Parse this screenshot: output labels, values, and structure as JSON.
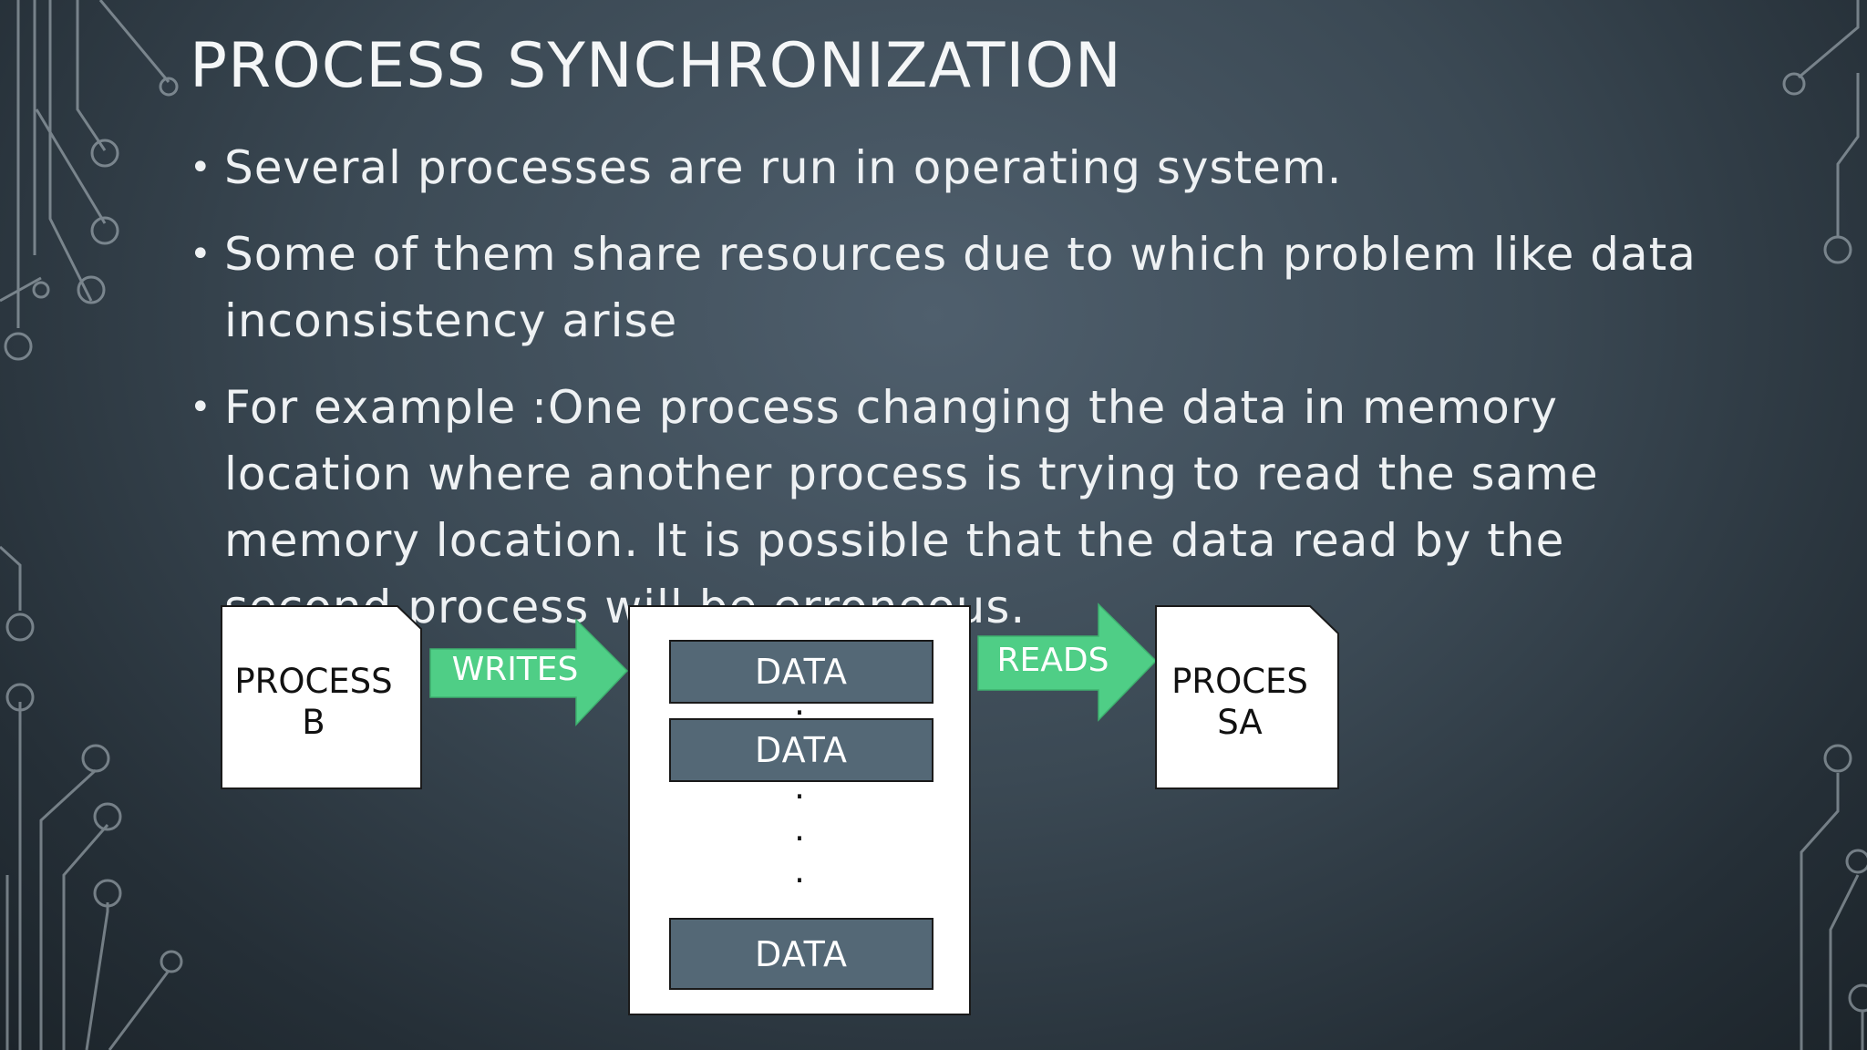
{
  "slide": {
    "title": "PROCESS SYNCHRONIZATION",
    "bullets": [
      "Several processes are run in operating system.",
      "Some of them share resources due to which problem like data inconsistency arise",
      "For example :One process changing the data in memory location where another process is trying to read the same memory location. It is possible that the data read by the second process will be erroneous."
    ]
  },
  "diagram": {
    "process_b": {
      "line1": "PROCESS",
      "line2": "B"
    },
    "process_a": {
      "line1": "PROCES",
      "line2": "SA"
    },
    "writes_label": "WRITES",
    "reads_label": "READS",
    "data_labels": [
      "DATA",
      "DATA",
      "DATA"
    ],
    "ellipsis_dot": "."
  },
  "colors": {
    "arrow": "#4fce86",
    "data_cell": "#546876",
    "background": "#3b4954"
  }
}
